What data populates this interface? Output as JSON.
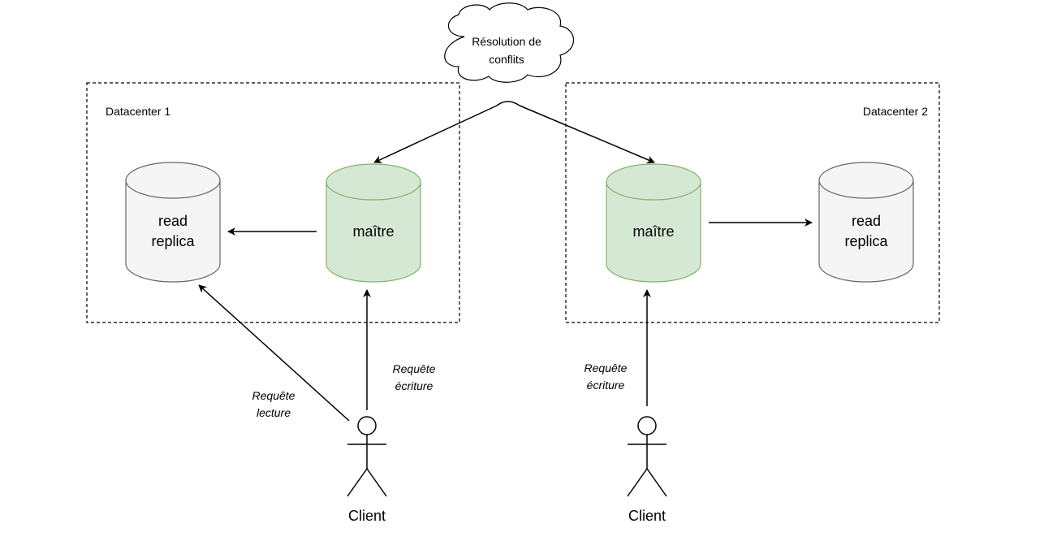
{
  "cloud": {
    "line1": "Résolution de",
    "line2": "conflits"
  },
  "datacenters": [
    {
      "label": "Datacenter 1"
    },
    {
      "label": "Datacenter 2"
    }
  ],
  "dc1": {
    "replica": {
      "line1": "read",
      "line2": "replica"
    },
    "master": {
      "label": "maître"
    }
  },
  "dc2": {
    "replica": {
      "line1": "read",
      "line2": "replica"
    },
    "master": {
      "label": "maître"
    }
  },
  "arrows": {
    "read_request": {
      "line1": "Requête",
      "line2": "lecture"
    },
    "write_request_1": {
      "line1": "Requête",
      "line2": "écriture"
    },
    "write_request_2": {
      "line1": "Requête",
      "line2": "écriture"
    }
  },
  "clients": [
    {
      "label": "Client"
    },
    {
      "label": "Client"
    }
  ],
  "colors": {
    "master_fill": "#d5e8d4",
    "master_stroke": "#82b366",
    "replica_fill": "#f5f5f5",
    "replica_stroke": "#666666"
  }
}
